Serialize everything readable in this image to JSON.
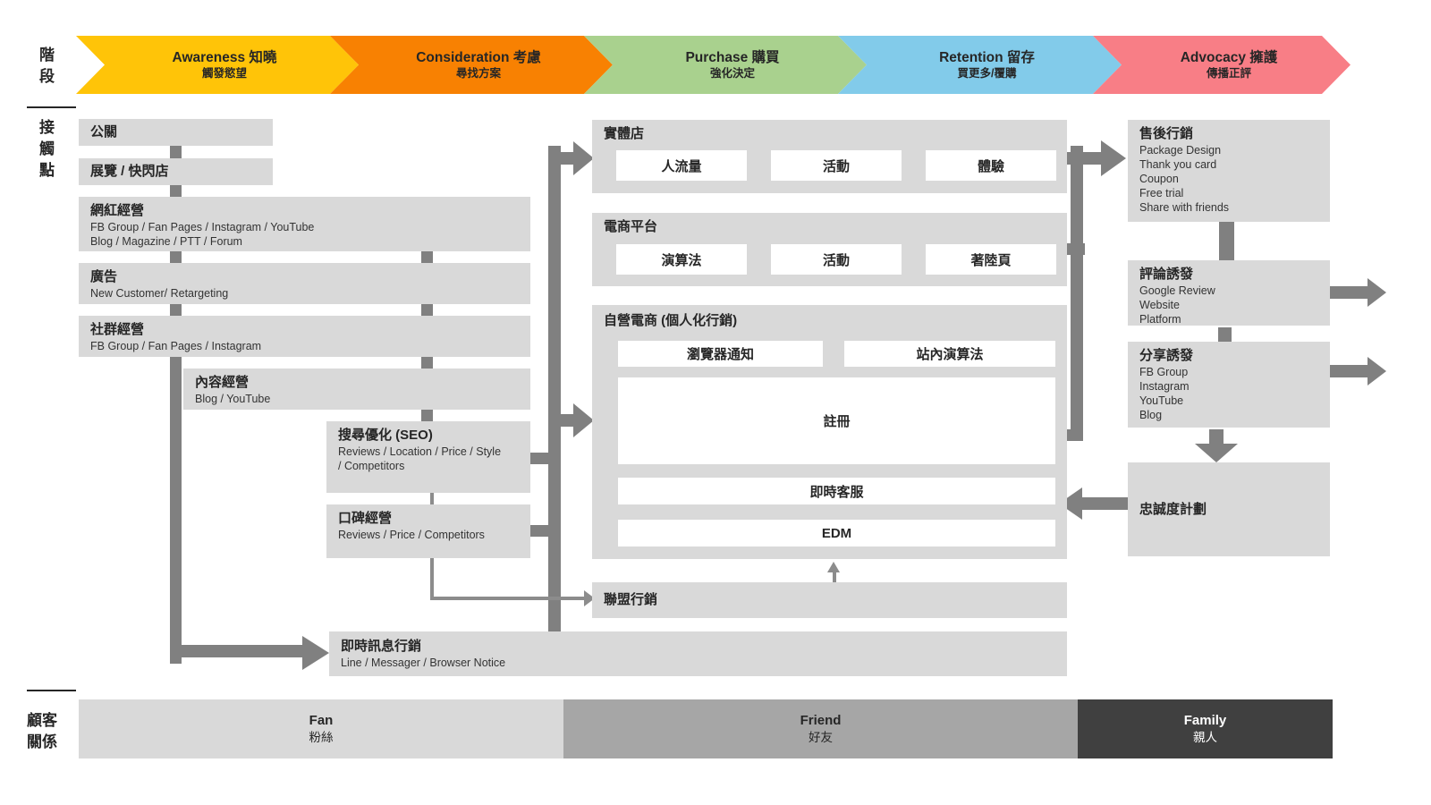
{
  "row_labels": {
    "stage": "階段",
    "touchpoints": "接觸點",
    "relationship": "顧客關係"
  },
  "phases": [
    {
      "label": "Awareness 知曉",
      "sub": "觸發慾望",
      "color": "#FFC408"
    },
    {
      "label": "Consideration 考慮",
      "sub": "尋找方案",
      "color": "#F88102"
    },
    {
      "label": "Purchase 購買",
      "sub": "強化決定",
      "color": "#A9D18E"
    },
    {
      "label": "Retention 留存",
      "sub": "買更多/覆購",
      "color": "#82CBEA"
    },
    {
      "label": "Advocacy 擁護",
      "sub": "傳播正評",
      "color": "#F87E86"
    }
  ],
  "touchpoints": {
    "pr": {
      "title": "公關"
    },
    "exhibition": {
      "title": "展覽 / 快閃店"
    },
    "influencer": {
      "title": "網紅經營",
      "line1": "FB Group / Fan Pages / Instagram / YouTube",
      "line2": "Blog / Magazine / PTT / Forum"
    },
    "ads": {
      "title": "廣告",
      "line1": "New Customer/ Retargeting"
    },
    "social": {
      "title": "社群經營",
      "line1": "FB Group / Fan Pages / Instagram"
    },
    "content": {
      "title": "內容經營",
      "line1": "Blog / YouTube"
    },
    "seo": {
      "title": "搜尋優化 (SEO)",
      "line1": "Reviews / Location / Price / Style",
      "line2": "/ Competitors"
    },
    "womm": {
      "title": "口碑經營",
      "line1": "Reviews / Price / Competitors"
    },
    "store": {
      "title": "實體店",
      "items": [
        "人流量",
        "活動",
        "體驗"
      ]
    },
    "ecplatform": {
      "title": "電商平台",
      "items": [
        "演算法",
        "活動",
        "著陸頁"
      ]
    },
    "ownec": {
      "title": "自營電商 (個人化行銷)",
      "browser_notice": "瀏覽器通知",
      "onsite_algo": "站內演算法",
      "signup": "註冊",
      "live_chat": "即時客服",
      "edm": "EDM"
    },
    "affiliate": {
      "title": "聯盟行銷"
    },
    "im": {
      "title": "即時訊息行銷",
      "line1": "Line / Messager / Browser Notice"
    },
    "aftersale": {
      "title": "售後行銷",
      "lines": [
        "Package Design",
        "Thank you card",
        "Coupon",
        "Free trial",
        "Share with friends"
      ]
    },
    "review": {
      "title": "評論誘發",
      "lines": [
        "Google Review",
        "Website",
        "Platform"
      ]
    },
    "share": {
      "title": "分享誘發",
      "lines": [
        "FB Group",
        "Instagram",
        "YouTube",
        "Blog"
      ]
    },
    "loyalty": {
      "title": "忠誠度計劃"
    }
  },
  "relationship_bands": [
    {
      "label": "Fan",
      "sub": "粉絲",
      "color": "#D9D9D9"
    },
    {
      "label": "Friend",
      "sub": "好友",
      "color": "#A6A6A6"
    },
    {
      "label": "Family",
      "sub": "親人",
      "color": "#404040"
    }
  ],
  "colors": {
    "box_gray": "#D9D9D9",
    "connector_gray": "#808080",
    "text": "#262626"
  }
}
